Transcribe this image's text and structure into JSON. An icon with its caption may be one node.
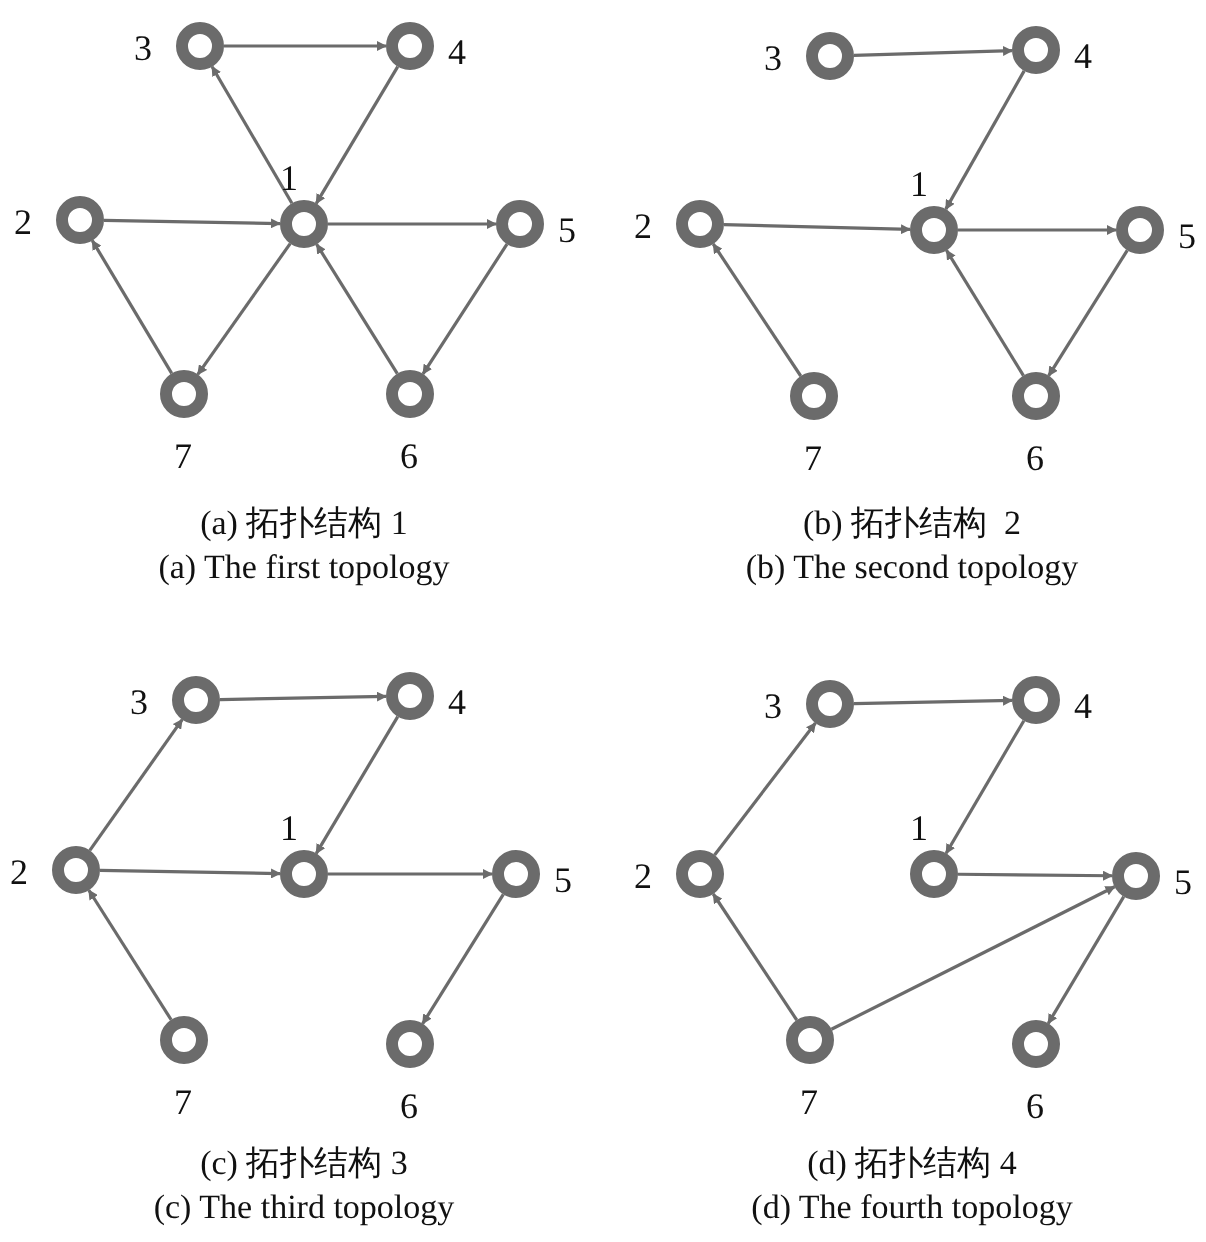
{
  "diagram": {
    "nodes": [
      {
        "text": [],
        "shape": "circle",
        "beside": [
          "1"
        ]
      },
      {
        "text": [],
        "shape": "circle",
        "beside": [
          "2"
        ]
      },
      {
        "text": [],
        "shape": "circle",
        "beside": [
          "3"
        ]
      },
      {
        "text": [],
        "shape": "circle",
        "beside": [
          "4"
        ]
      },
      {
        "text": [],
        "shape": "circle",
        "beside": [
          "5"
        ]
      },
      {
        "text": [],
        "shape": "circle",
        "beside": [
          "6"
        ]
      },
      {
        "text": [],
        "shape": "circle",
        "beside": [
          "7"
        ]
      },
      {
        "text": [],
        "shape": "circle",
        "beside": [
          "1"
        ]
      },
      {
        "text": [],
        "shape": "circle",
        "beside": [
          "2"
        ]
      },
      {
        "text": [],
        "shape": "circle",
        "beside": [
          "3"
        ]
      },
      {
        "text": [],
        "shape": "circle",
        "beside": [
          "4"
        ]
      },
      {
        "text": [],
        "shape": "circle",
        "beside": [
          "5"
        ]
      },
      {
        "text": [],
        "shape": "circle",
        "beside": [
          "6"
        ]
      },
      {
        "text": [],
        "shape": "circle",
        "beside": [
          "7"
        ]
      },
      {
        "text": [],
        "shape": "circle",
        "beside": [
          "1"
        ]
      },
      {
        "text": [],
        "shape": "circle",
        "beside": [
          "2"
        ]
      },
      {
        "text": [],
        "shape": "circle",
        "beside": [
          "3"
        ]
      },
      {
        "text": [],
        "shape": "circle",
        "beside": [
          "4"
        ]
      },
      {
        "text": [],
        "shape": "circle",
        "beside": [
          "5"
        ]
      },
      {
        "text": [],
        "shape": "circle",
        "beside": [
          "6"
        ]
      },
      {
        "text": [],
        "shape": "circle",
        "beside": [
          "7"
        ]
      },
      {
        "text": [],
        "shape": "circle",
        "beside": [
          "1"
        ]
      },
      {
        "text": [],
        "shape": "circle",
        "beside": [
          "2"
        ]
      },
      {
        "text": [],
        "shape": "circle",
        "beside": [
          "3"
        ]
      },
      {
        "text": [],
        "shape": "circle",
        "beside": [
          "4"
        ]
      },
      {
        "text": [],
        "shape": "circle",
        "beside": [
          "5"
        ]
      },
      {
        "text": [],
        "shape": "circle",
        "beside": [
          "6"
        ]
      },
      {
        "text": [],
        "shape": "circle",
        "beside": [
          "7"
        ]
      }
    ],
    "edges": [
      {
        "from": 2,
        "to": 3,
        "arrow": "to"
      },
      {
        "from": 0,
        "to": 2,
        "arrow": "to"
      },
      {
        "from": 3,
        "to": 0,
        "arrow": "to"
      },
      {
        "from": 1,
        "to": 0,
        "arrow": "to"
      },
      {
        "from": 0,
        "to": 4,
        "arrow": "to"
      },
      {
        "from": 0,
        "to": 6,
        "arrow": "to"
      },
      {
        "from": 6,
        "to": 1,
        "arrow": "to"
      },
      {
        "from": 5,
        "to": 0,
        "arrow": "to"
      },
      {
        "from": 4,
        "to": 5,
        "arrow": "to"
      },
      {
        "from": 9,
        "to": 10,
        "arrow": "to"
      },
      {
        "from": 10,
        "to": 7,
        "arrow": "to"
      },
      {
        "from": 8,
        "to": 7,
        "arrow": "to"
      },
      {
        "from": 7,
        "to": 11,
        "arrow": "to"
      },
      {
        "from": 13,
        "to": 8,
        "arrow": "to"
      },
      {
        "from": 12,
        "to": 7,
        "arrow": "to"
      },
      {
        "from": 11,
        "to": 12,
        "arrow": "to"
      },
      {
        "from": 16,
        "to": 17,
        "arrow": "to"
      },
      {
        "from": 15,
        "to": 16,
        "arrow": "to"
      },
      {
        "from": 17,
        "to": 14,
        "arrow": "to"
      },
      {
        "from": 15,
        "to": 14,
        "arrow": "to"
      },
      {
        "from": 14,
        "to": 18,
        "arrow": "to"
      },
      {
        "from": 20,
        "to": 15,
        "arrow": "to"
      },
      {
        "from": 18,
        "to": 19,
        "arrow": "to"
      },
      {
        "from": 23,
        "to": 24,
        "arrow": "to"
      },
      {
        "from": 22,
        "to": 23,
        "arrow": "to"
      },
      {
        "from": 24,
        "to": 21,
        "arrow": "to"
      },
      {
        "from": 21,
        "to": 25,
        "arrow": "to"
      },
      {
        "from": 27,
        "to": 22,
        "arrow": "to"
      },
      {
        "from": 27,
        "to": 25,
        "arrow": "to"
      },
      {
        "from": 25,
        "to": 26,
        "arrow": "to"
      }
    ],
    "labels": [
      "(a) 拓扑结构 1",
      "(b) 拓扑结构  2",
      "(a) The first topology",
      "(b) The second topology",
      "(c) 拓扑结构 3",
      "(d) 拓扑结构 4",
      "(c) The third topology",
      "(d) The fourth topology"
    ]
  }
}
